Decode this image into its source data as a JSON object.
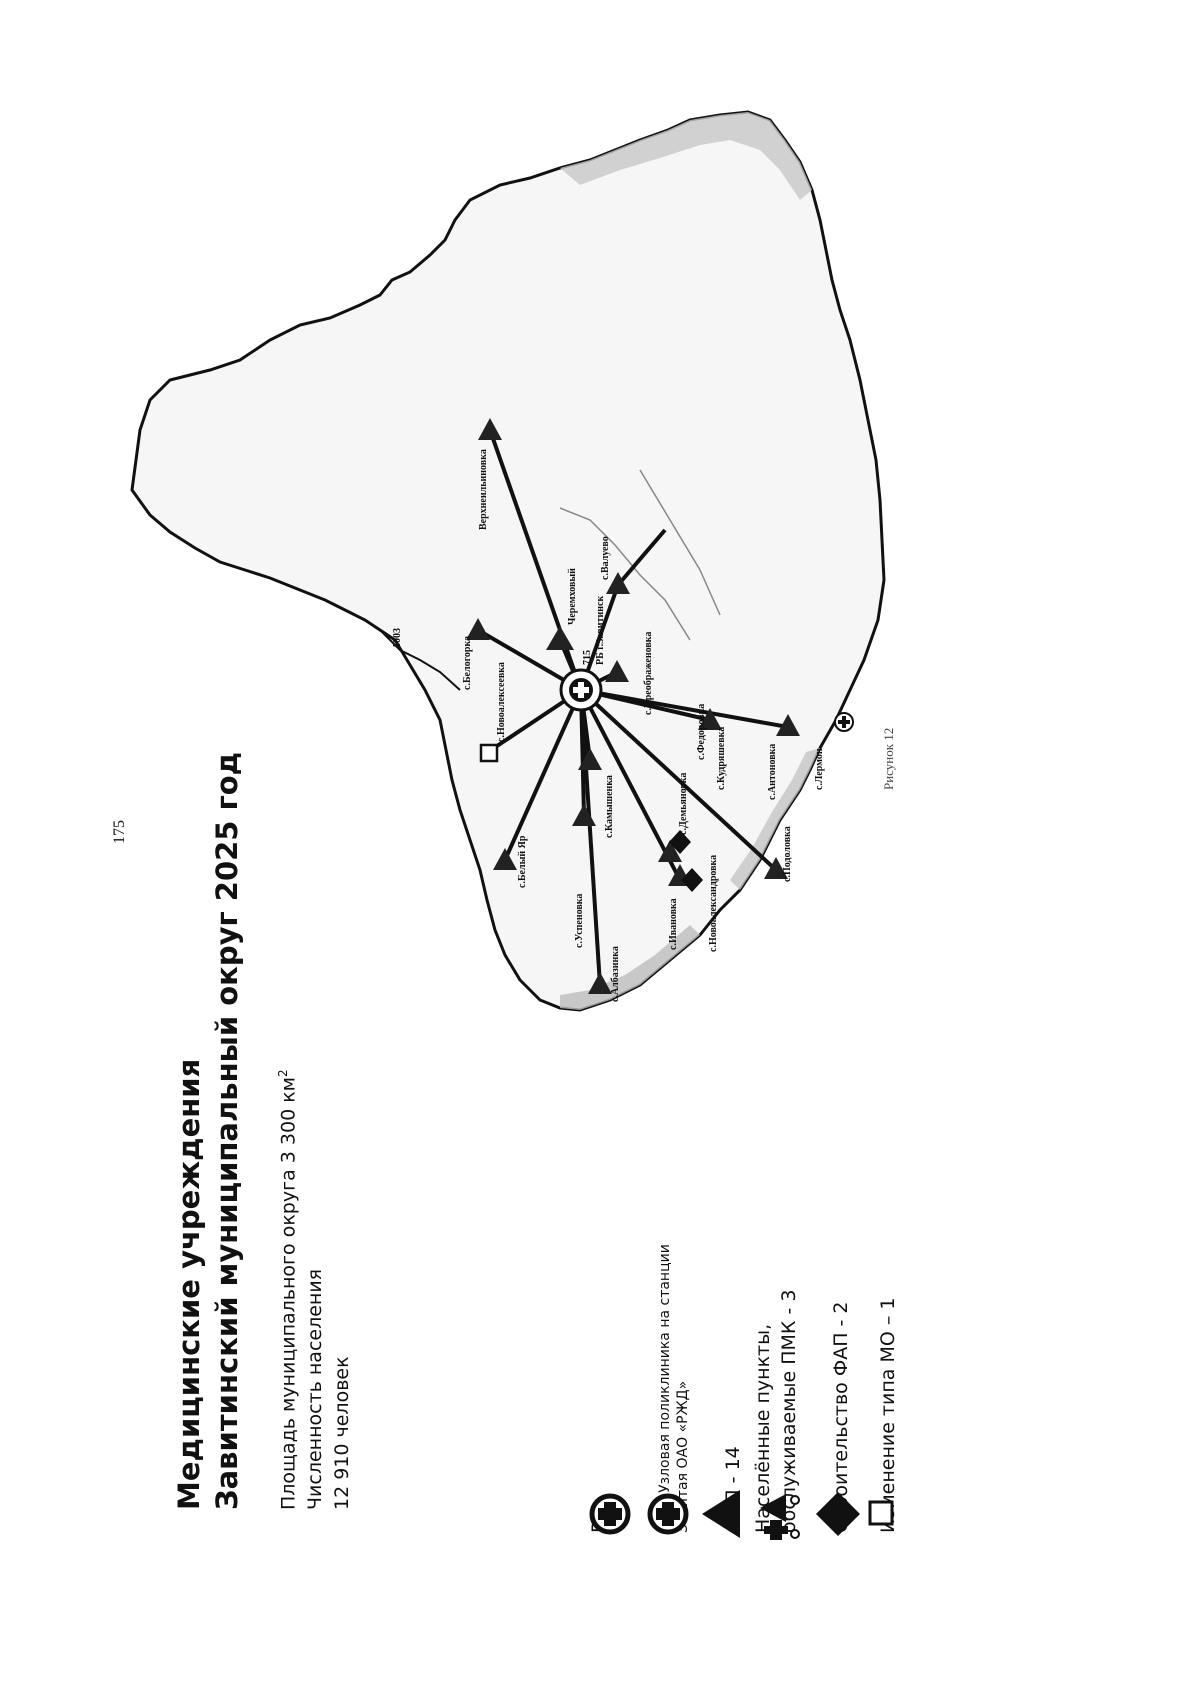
{
  "page": {
    "number": "175"
  },
  "header": {
    "title_line1": "Медицинские учреждения",
    "title_line2": "Завитинский муниципальный округ 2025 год"
  },
  "stats": {
    "area_label": "Площадь муниципального округа 3 300 км",
    "area_sup": "2",
    "population_label": "Численность населения",
    "population_value": "12 910 человек"
  },
  "legend": {
    "items": [
      {
        "icon": "cross-circle-icon",
        "label": "РБ"
      },
      {
        "icon": "cross-circle-icon",
        "label_line1": "ЧУЗ «Узловая поликлиника на станции",
        "label_line2": "Завитая ОАО «РЖД»"
      },
      {
        "icon": "triangle-icon",
        "label": "ФАП - 14"
      },
      {
        "icon": "mobile-clinic-icon",
        "label_line1": "Населённые пункты,",
        "label_line2": "обслуживаемые ПМК - 3"
      },
      {
        "icon": "diamond-icon",
        "label": "Строительство ФАП - 2"
      },
      {
        "icon": "square-icon",
        "label": "Изменение типа МО – 1"
      }
    ]
  },
  "map": {
    "caption": "Рисунок 12",
    "center_label": "РБ г.Завитинск",
    "center_code": "715",
    "road_label": "1003",
    "settlements": [
      "с.Новоалексеевка",
      "с.Белый Яр",
      "с.Успеновка",
      "с.Албазинка",
      "с.Ивановка",
      "с.Новоалександровка",
      "с.Камышенка",
      "с.Демьяновка",
      "с.Подоловка",
      "с.Антоновка",
      "с.Лермон",
      "с.Кудряшевка",
      "с.Федоровка",
      "с.Преображеновка",
      "с.Валуево",
      "Черемховый",
      "Верхнеильиновка",
      "с.Белогорка"
    ]
  },
  "colors": {
    "ink": "#111111",
    "map_fill": "#f6f6f6",
    "border_shade": "#bdbdbd"
  }
}
